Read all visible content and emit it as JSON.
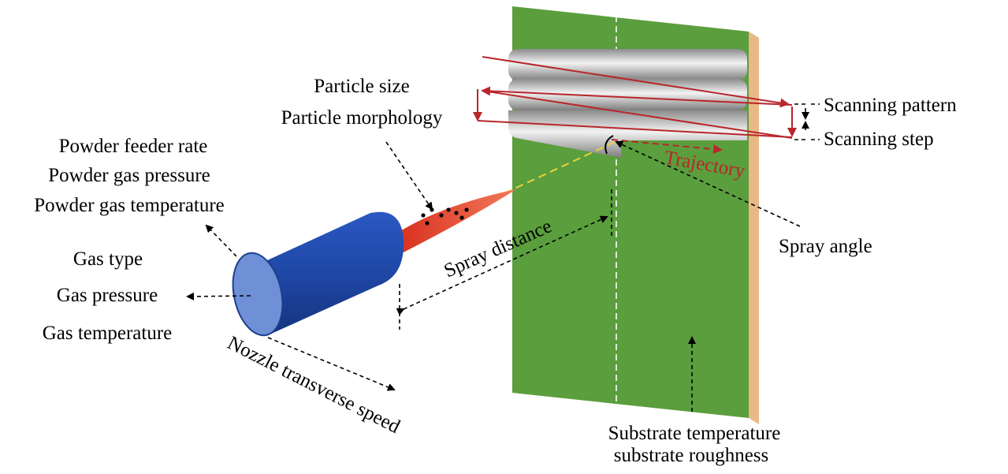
{
  "labels": {
    "particle_size": "Particle size",
    "particle_morphology": "Particle morphology",
    "powder_feeder_rate": "Powder feeder rate",
    "powder_gas_pressure": "Powder gas pressure",
    "powder_gas_temperature": "Powder gas temperature",
    "gas_type": "Gas type",
    "gas_pressure": "Gas pressure",
    "gas_temperature": "Gas temperature",
    "nozzle_transverse_speed": "Nozzle transverse speed",
    "spray_distance": "Spray distance",
    "trajectory": "Trajectory",
    "spray_angle": "Spray angle",
    "scanning_pattern": "Scanning pattern",
    "scanning_step": "Scanning step",
    "substrate_temperature": "Substrate temperature",
    "substrate_roughness": "substrate roughness"
  },
  "colors": {
    "substrate": "#5a9e3d",
    "substrate_edge": "#e8b986",
    "nozzle": "#1f4aa8",
    "nozzle_face": "#6f8fd6",
    "plume": "#e0402e",
    "arrow_red": "#b8262b",
    "spray_line": "#e8d23a"
  }
}
